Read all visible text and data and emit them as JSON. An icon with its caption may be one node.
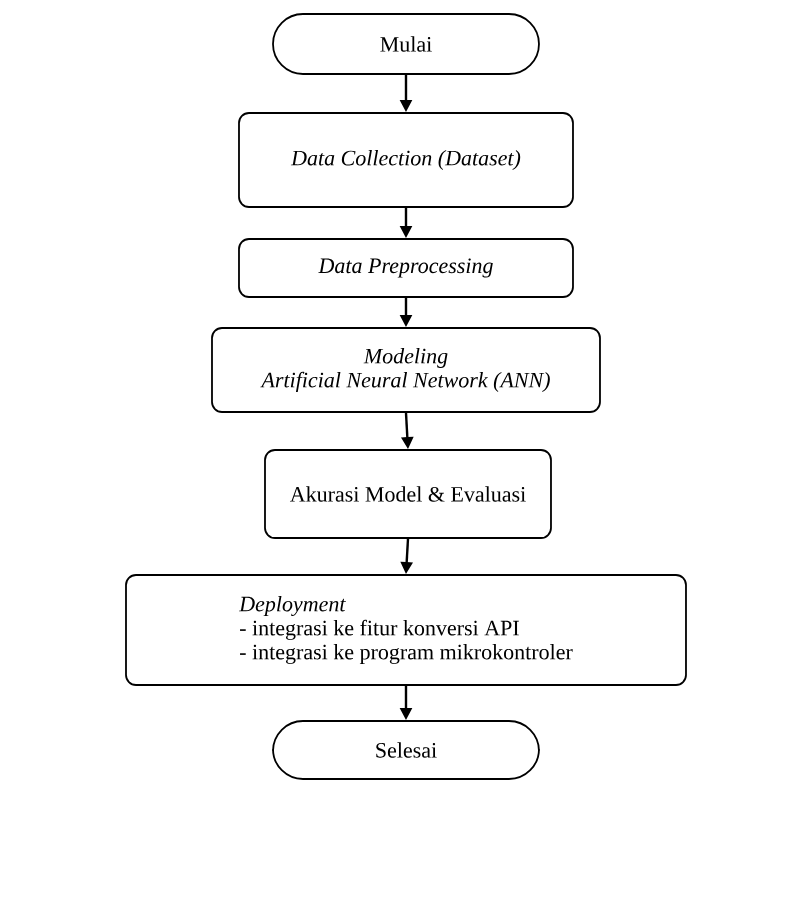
{
  "diagram": {
    "nodes": [
      {
        "text": [
          "Mulai"
        ]
      },
      {
        "text": [
          "Data Collection (Dataset)"
        ]
      },
      {
        "text": [
          "Data Preprocessing"
        ]
      },
      {
        "text": [
          "Modeling",
          "Artificial Neural Network (ANN)"
        ]
      },
      {
        "text": [
          "Akurasi Model & Evaluasi"
        ]
      },
      {
        "text": [
          "Deployment",
          "- integrasi ke fitur konversi API",
          "- integrasi ke program mikrokontroler"
        ]
      },
      {
        "text": [
          "Selesai"
        ]
      }
    ],
    "edges": [
      {
        "from": 0,
        "to": 1,
        "arrow": "to"
      },
      {
        "from": 1,
        "to": 2,
        "arrow": "to"
      },
      {
        "from": 2,
        "to": 3,
        "arrow": "to"
      },
      {
        "from": 3,
        "to": 4,
        "arrow": "to"
      },
      {
        "from": 4,
        "to": 5,
        "arrow": "to"
      },
      {
        "from": 5,
        "to": 6,
        "arrow": "to"
      }
    ]
  }
}
